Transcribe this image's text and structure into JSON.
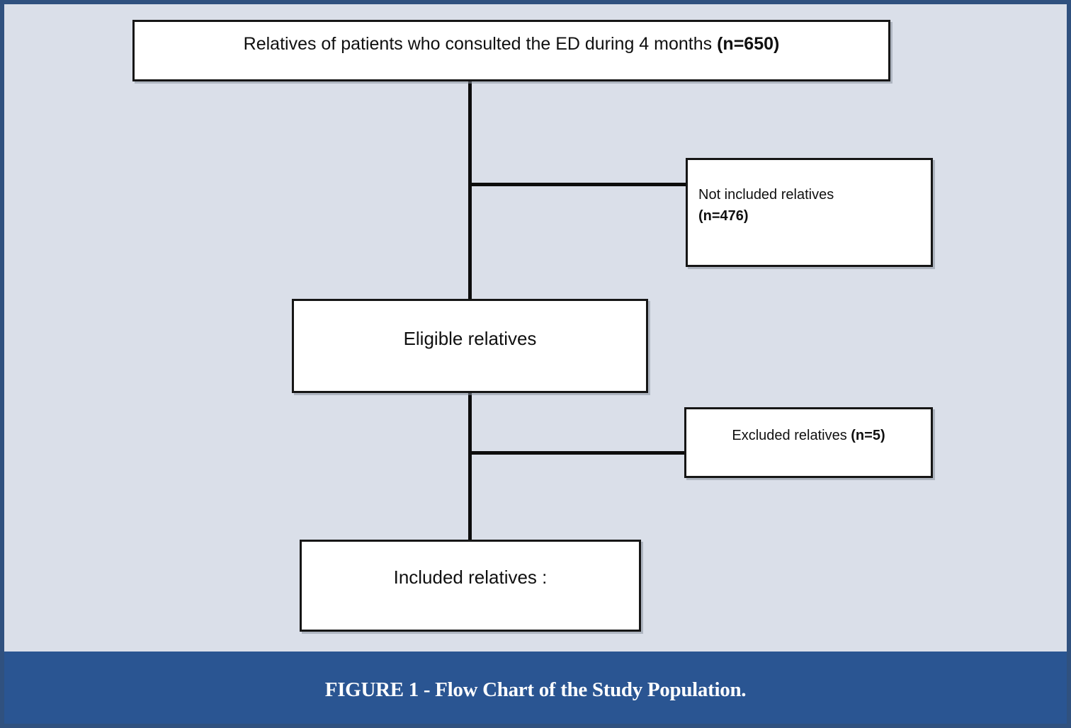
{
  "figure": {
    "caption": "FIGURE 1 - Flow Chart of the Study Population."
  },
  "flowchart": {
    "nodes": {
      "population": {
        "label": "Relatives of patients who consulted the ED during 4 months",
        "count": "(n=650)"
      },
      "not_included": {
        "label": "Not included relatives",
        "count": "(n=476)"
      },
      "eligible": {
        "label": "Eligible relatives"
      },
      "excluded": {
        "label": "Excluded relatives",
        "count": "(n=5)"
      },
      "included": {
        "label": "Included relatives :"
      }
    },
    "edges": [
      {
        "from": "population",
        "to": "eligible"
      },
      {
        "from": "population",
        "to": "not_included"
      },
      {
        "from": "eligible",
        "to": "included"
      },
      {
        "from": "eligible",
        "to": "excluded"
      }
    ]
  },
  "colors": {
    "page_background": "#dadfe9",
    "frame_border": "#30517f",
    "caption_band": "#2a5592",
    "caption_text": "#ffffff",
    "box_background": "#ffffff",
    "box_border": "#161616",
    "connector": "#0d0d0d"
  }
}
